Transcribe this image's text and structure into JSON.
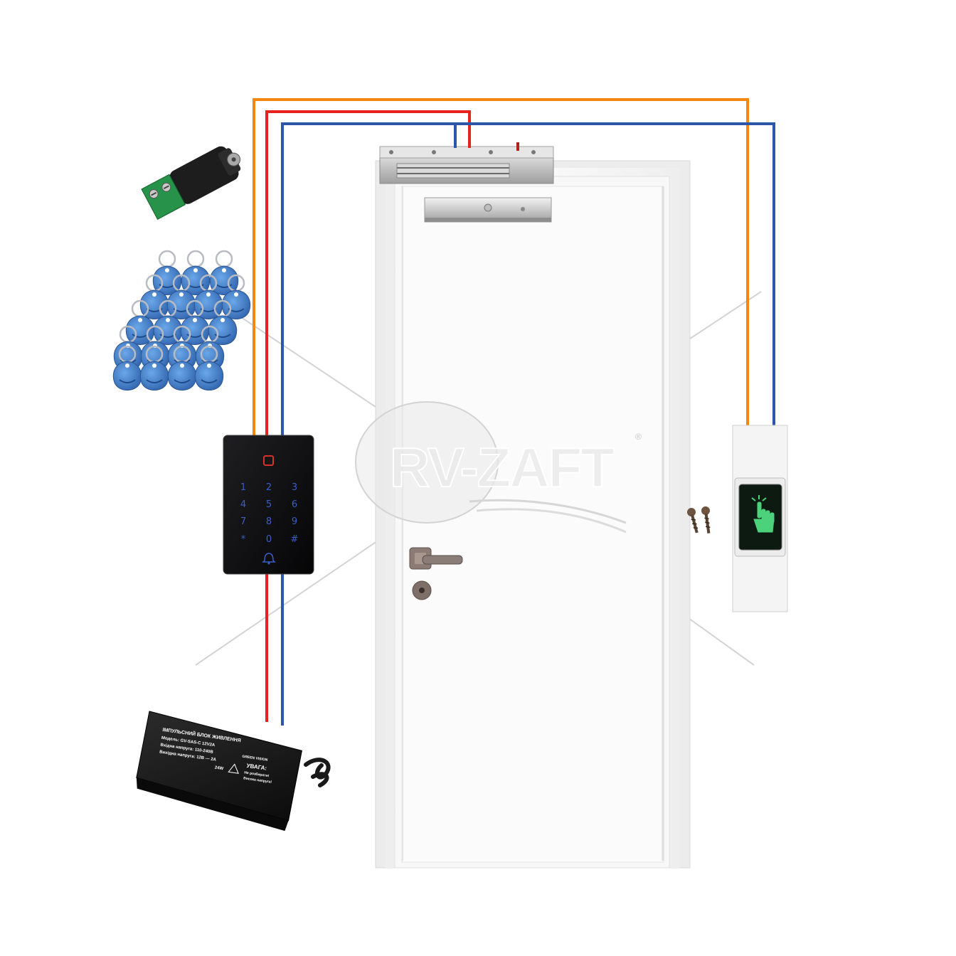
{
  "watermark": {
    "brand": "RV-ZAFT",
    "registered": "®"
  },
  "keypad": {
    "keys": [
      "1",
      "2",
      "3",
      "4",
      "5",
      "6",
      "7",
      "8",
      "9",
      "*",
      "0",
      "#"
    ]
  },
  "power_supply": {
    "title": "ІМПУЛЬСНИЙ БЛОК ЖИВЛЕННЯ",
    "model": "Модель: GV-SAS-C 12V2A",
    "input": "Вхідна напруга: 110-240В",
    "output": "Вихідна напруга: 12В --- 2А",
    "brand": "GREEN VISION",
    "warning_title": "УВАГА:",
    "warning_line1": "Не розбирати!",
    "warning_line2": "Висока напруга!",
    "rating": "24W"
  },
  "colors": {
    "wire_orange": "#f5860f",
    "wire_red": "#e8221c",
    "wire_blue": "#2d55a8",
    "door": "#f7f7f7",
    "keyfob": "#3a78c8"
  },
  "icons": [
    "dc-connector-icon",
    "rfid-keyfob-icon",
    "keypad-reader-icon",
    "power-supply-icon",
    "exit-button-icon",
    "screws-icon",
    "electromagnetic-lock-icon",
    "door-handle-icon"
  ]
}
